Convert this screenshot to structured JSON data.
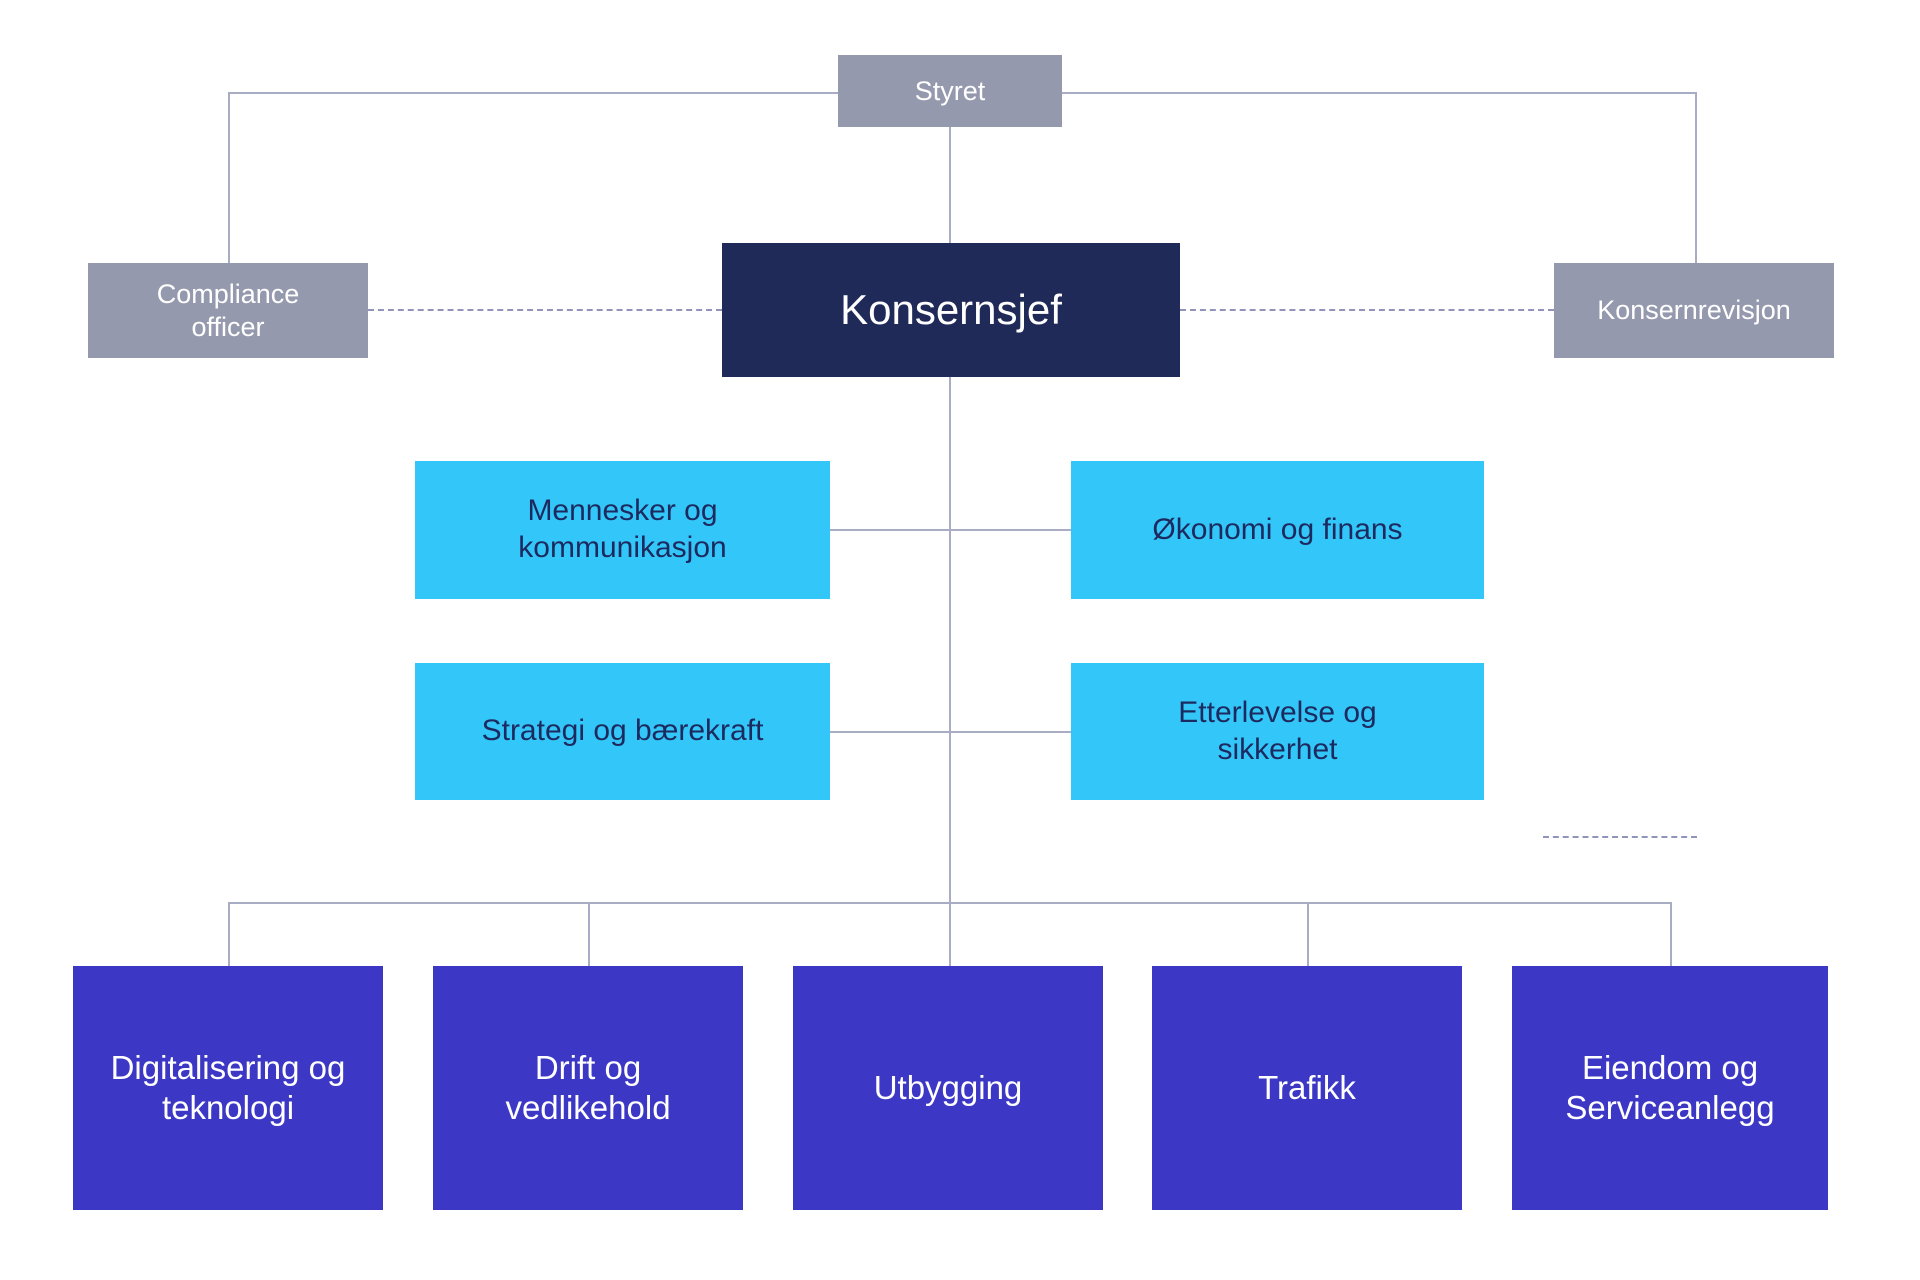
{
  "colors": {
    "box-gray": "#9599ae",
    "box-navy": "#202a58",
    "box-cyan": "#33c6f8",
    "box-indigo": "#3c38c5",
    "text-on-cyan": "#1d2a5f",
    "text-light": "#ffffff",
    "connector": "#a9adc3",
    "connector-dashed": "#9094ba"
  },
  "nodes": {
    "styret": {
      "label": "Styret"
    },
    "compliance_officer": {
      "label": "Compliance officer"
    },
    "konsernsjef": {
      "label": "Konsernsjef"
    },
    "konsernrevisjon": {
      "label": "Konsernrevisjon"
    },
    "staff_units": [
      {
        "label": "Mennesker og kommunikasjon"
      },
      {
        "label": "Økonomi og finans"
      },
      {
        "label": "Strategi og bærekraft"
      },
      {
        "label": "Etterlevelse og sikkerhet"
      }
    ],
    "divisions": [
      {
        "label": "Digitalisering og teknologi"
      },
      {
        "label": "Drift og vedlikehold"
      },
      {
        "label": "Utbygging"
      },
      {
        "label": "Trafikk"
      },
      {
        "label": "Eiendom og Serviceanlegg"
      }
    ]
  }
}
